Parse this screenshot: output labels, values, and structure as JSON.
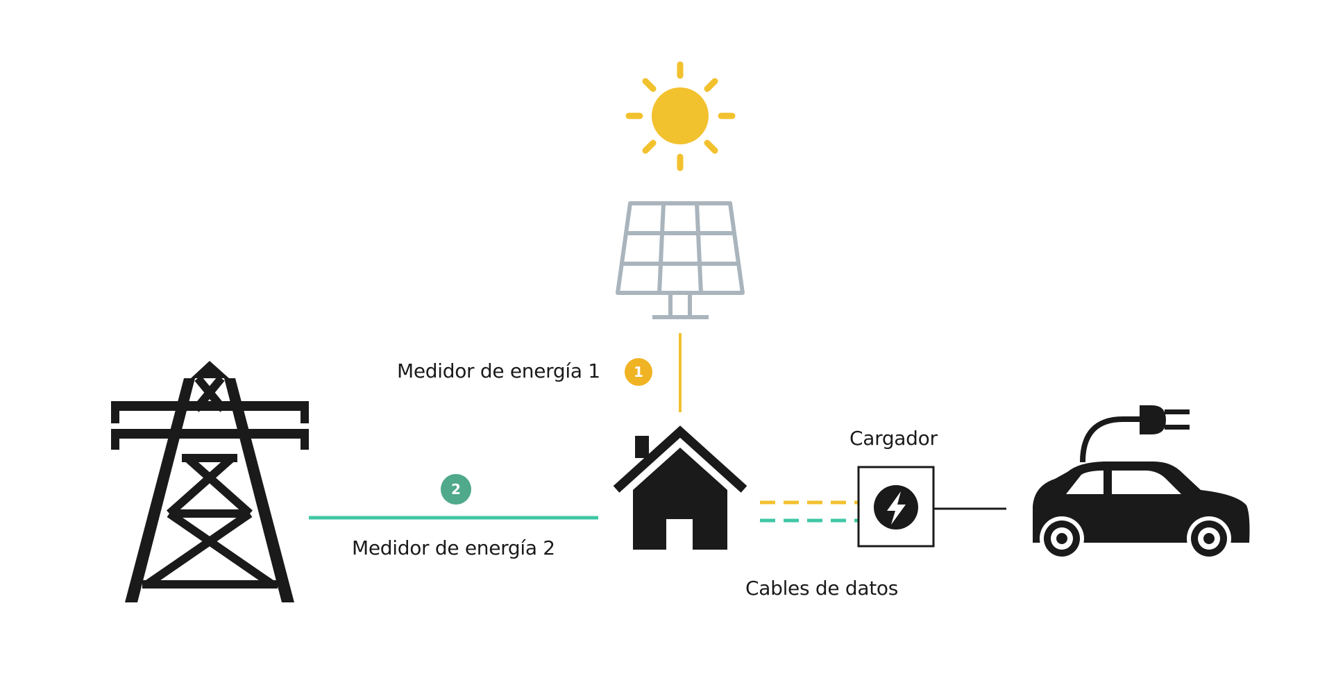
{
  "labels": {
    "meter_1": "Medidor de energía 1",
    "meter_2": "Medidor de energía 2",
    "charger": "Cargador",
    "data_cables": "Cables de datos"
  },
  "badges": {
    "meter_1": "1",
    "meter_2": "2"
  },
  "icons": {
    "sun": "sun-icon",
    "solar_panel": "solar-panel-icon",
    "pylon": "transmission-tower-icon",
    "house": "house-icon",
    "charger": "lightning-bolt-icon",
    "car": "electric-car-icon",
    "plug": "plug-icon"
  },
  "colors": {
    "solar": "#F2C12E",
    "grid": "#3FC7A5",
    "meter_1_badge": "#F0B323",
    "meter_2_badge": "#4FA98A",
    "panel": "#A9B4BC",
    "dark": "#1A1A1A"
  }
}
